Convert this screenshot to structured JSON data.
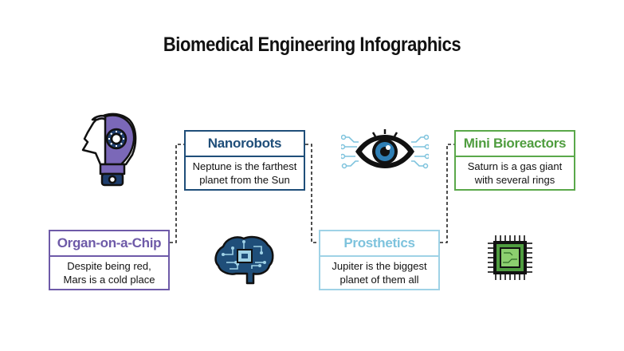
{
  "title": "Biomedical Engineering Infographics",
  "cards": [
    {
      "title": "Organ-on-a-Chip",
      "text": "Despite being red, Mars is a cold place"
    },
    {
      "title": "Nanorobots",
      "text": "Neptune is the farthest planet from the Sun"
    },
    {
      "title": "Prosthetics",
      "text": "Jupiter is the biggest planet of them all"
    },
    {
      "title": "Mini Bioreactors",
      "text": "Saturn is a gas giant with several rings"
    }
  ],
  "icons": [
    "robot-head-icon",
    "brain-circuit-icon",
    "eye-circuit-icon",
    "microchip-icon"
  ],
  "colors": {
    "purple": "#6e5aa8",
    "navy": "#1f4e79",
    "light_blue": "#9fd2e6",
    "green": "#5aa84a"
  }
}
